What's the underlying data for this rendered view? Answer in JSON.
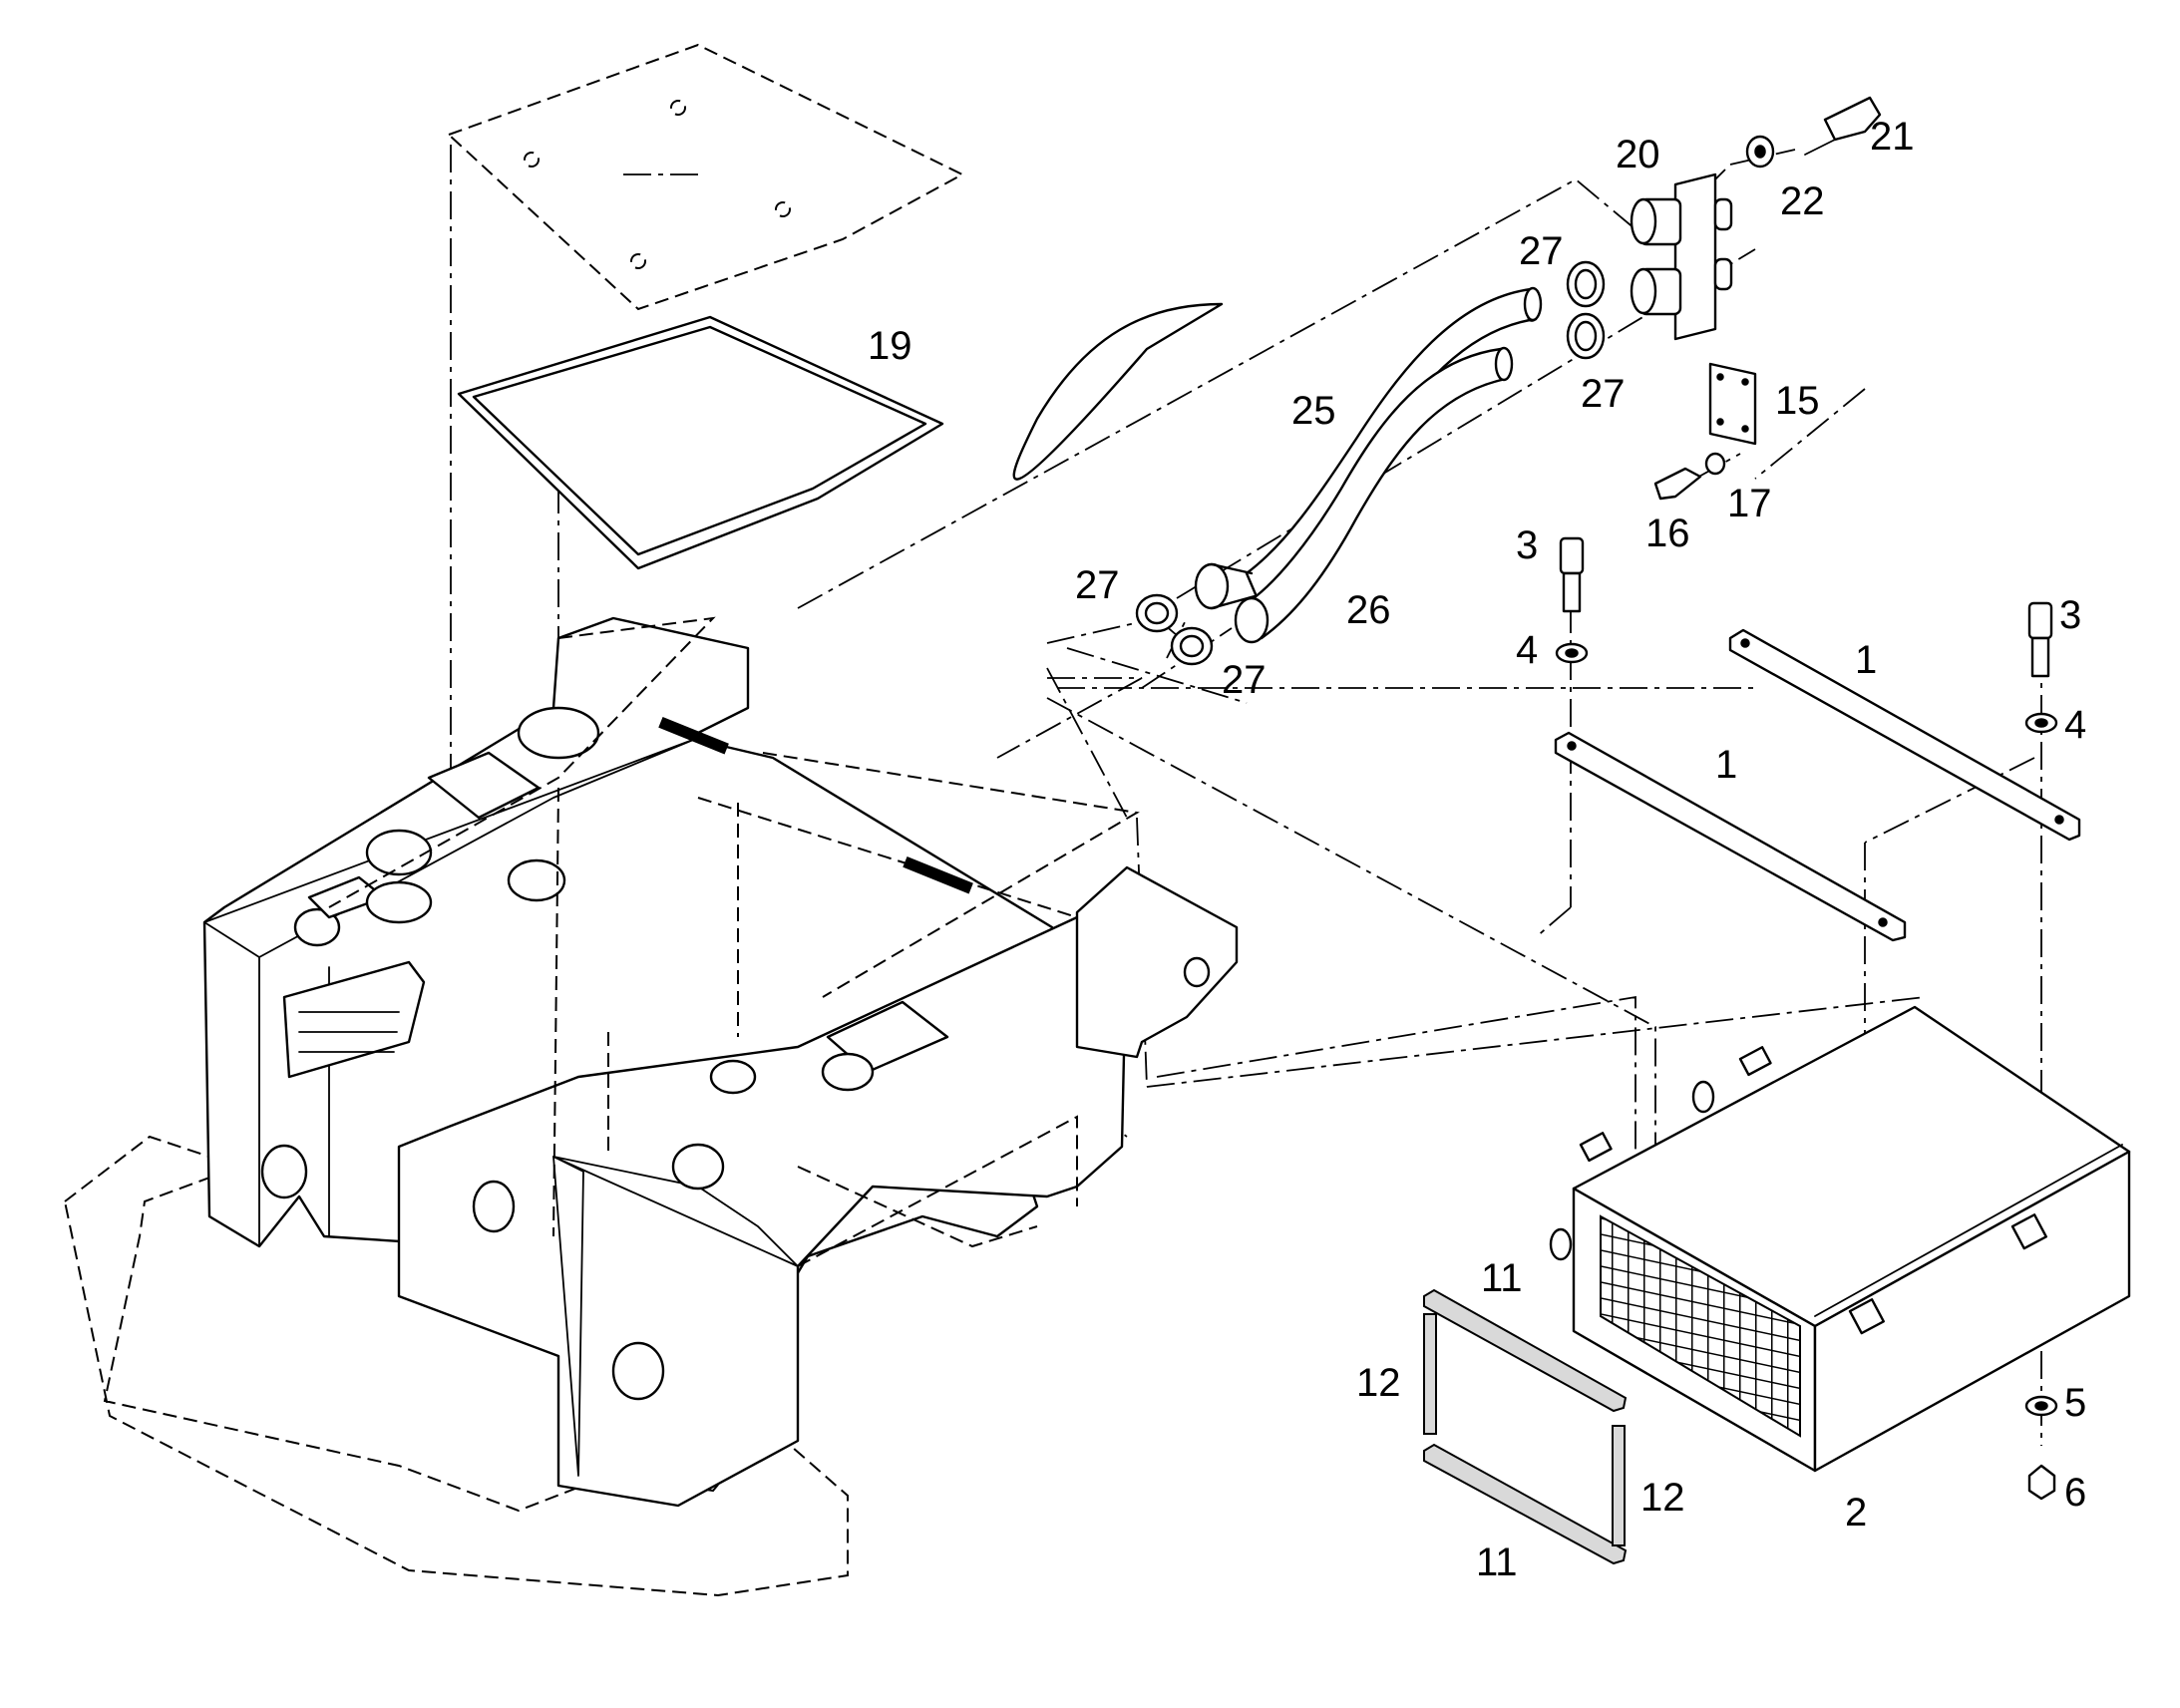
{
  "callouts": {
    "n1a": "1",
    "n1b": "1",
    "n2": "2",
    "n3a": "3",
    "n3b": "3",
    "n4a": "4",
    "n4b": "4",
    "n5": "5",
    "n6": "6",
    "n11a": "11",
    "n11b": "11",
    "n12a": "12",
    "n12b": "12",
    "n15": "15",
    "n16": "16",
    "n17": "17",
    "n19": "19",
    "n20": "20",
    "n21": "21",
    "n22": "22",
    "n25": "25",
    "n26": "26",
    "n27a": "27",
    "n27b": "27",
    "n27c": "27",
    "n27d": "27"
  }
}
